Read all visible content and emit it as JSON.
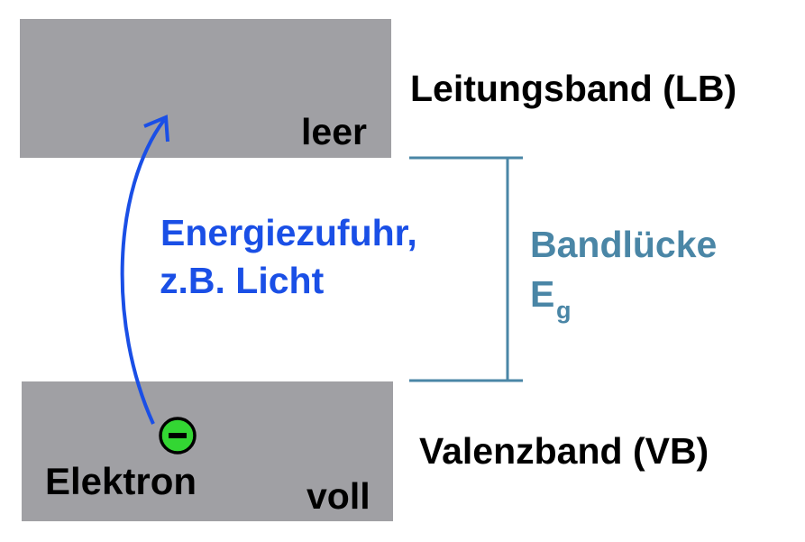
{
  "bands": {
    "conduction": {
      "label": "Leitungsband (LB)",
      "state": "leer"
    },
    "valence": {
      "label": "Valenzband (VB)",
      "state": "voll"
    }
  },
  "excitation": {
    "line1": "Energiezufuhr,",
    "line2": "z.B. Licht"
  },
  "electron": {
    "label": "Elektron",
    "symbol": "minus-sign"
  },
  "gap": {
    "label": "Bandlücke",
    "symbol_main": "E",
    "symbol_sub": "g"
  },
  "colors": {
    "band_fill": "#a0a0a4",
    "arrow": "#1a4fe6",
    "text_blue": "#1a4fe6",
    "gap_bracket": "#4a86a6",
    "electron_fill": "#33d633"
  }
}
